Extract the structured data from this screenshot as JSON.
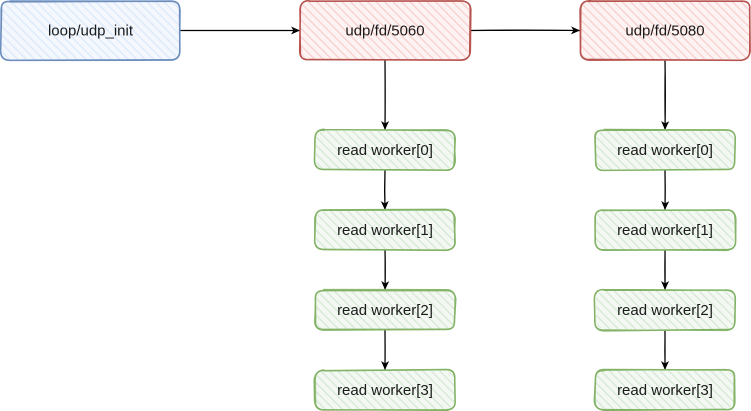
{
  "diagram": {
    "colors": {
      "blue_stroke": "#6c8ebf",
      "blue_fill": "#dae8fc",
      "red_stroke": "#b85450",
      "red_fill": "#f8cecc",
      "green_stroke": "#82b366",
      "green_fill": "#d5e8d4",
      "edge": "#000000"
    },
    "nodes": [
      {
        "id": "init",
        "label": "loop/udp_init",
        "style": "blue"
      },
      {
        "id": "fd5060",
        "label": "udp/fd/5060",
        "style": "red"
      },
      {
        "id": "fd5080",
        "label": "udp/fd/5080",
        "style": "red"
      },
      {
        "id": "a0",
        "label": "read worker[0]",
        "style": "green"
      },
      {
        "id": "a1",
        "label": "read worker[1]",
        "style": "green"
      },
      {
        "id": "a2",
        "label": "read worker[2]",
        "style": "green"
      },
      {
        "id": "a3",
        "label": "read worker[3]",
        "style": "green"
      },
      {
        "id": "b0",
        "label": "read worker[0]",
        "style": "green"
      },
      {
        "id": "b1",
        "label": "read worker[1]",
        "style": "green"
      },
      {
        "id": "b2",
        "label": "read worker[2]",
        "style": "green"
      },
      {
        "id": "b3",
        "label": "read worker[3]",
        "style": "green"
      }
    ],
    "edges": [
      {
        "from": "init",
        "to": "fd5060"
      },
      {
        "from": "fd5060",
        "to": "fd5080"
      },
      {
        "from": "fd5060",
        "to": "a0"
      },
      {
        "from": "a0",
        "to": "a1"
      },
      {
        "from": "a1",
        "to": "a2"
      },
      {
        "from": "a2",
        "to": "a3"
      },
      {
        "from": "fd5080",
        "to": "b0"
      },
      {
        "from": "b0",
        "to": "b1"
      },
      {
        "from": "b1",
        "to": "b2"
      },
      {
        "from": "b2",
        "to": "b3"
      }
    ]
  }
}
